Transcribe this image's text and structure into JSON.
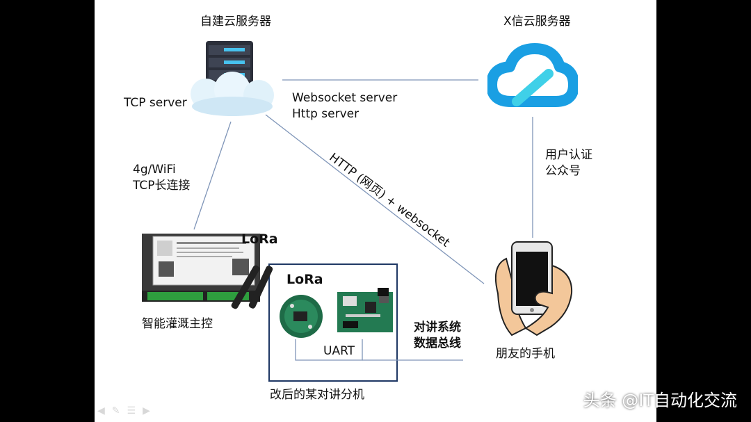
{
  "nodes": {
    "self_server": {
      "title": "自建云服务器",
      "protocols": [
        "Websocket server",
        "Http server"
      ],
      "tcp_label": "TCP server"
    },
    "x_server": {
      "title": "X信云服务器",
      "connection_label": [
        "用户认证",
        "公众号"
      ]
    },
    "controller": {
      "title": "智能灌溉主控",
      "connection_label": [
        "4g/WiFi",
        "TCP长连接"
      ],
      "lora": "LoRa"
    },
    "intercom": {
      "title": "改后的某对讲分机",
      "uart": "UART",
      "lora": "LoRa",
      "bus_label": [
        "对讲系统",
        "数据总线"
      ]
    },
    "phone": {
      "title": "朋友的手机"
    }
  },
  "edges": {
    "http_label": "HTTP (网页) + websocket"
  },
  "watermark": "头条 @IT自动化交流",
  "colors": {
    "line": "#7f95b8",
    "box_border": "#1f3864",
    "cloud_blue": "#1a9fe3",
    "cloud_cyan": "#3fd0e8"
  }
}
